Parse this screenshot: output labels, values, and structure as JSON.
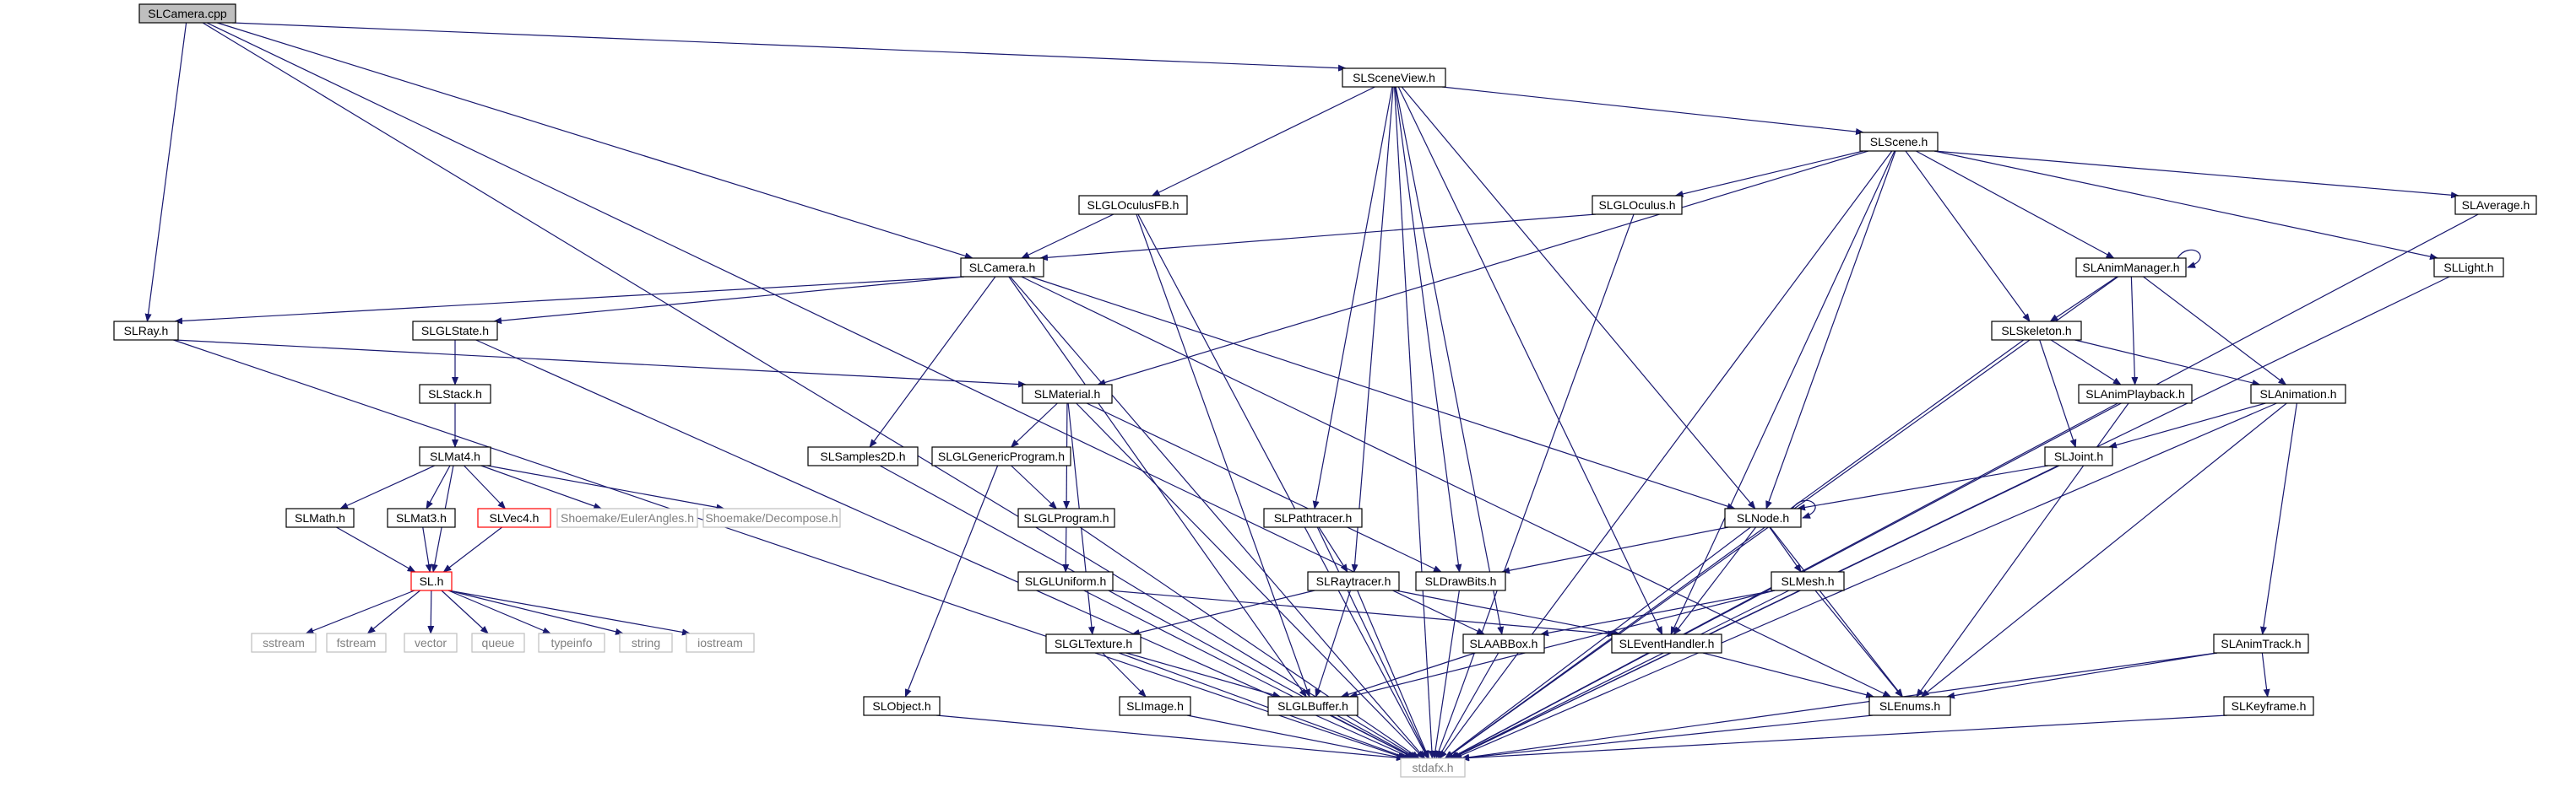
{
  "graph": {
    "nodes": [
      {
        "id": "n_camera_cpp",
        "label": "SLCamera.cpp",
        "style": "root"
      },
      {
        "id": "n_sceneview",
        "label": "SLSceneView.h",
        "style": "normal"
      },
      {
        "id": "n_scene",
        "label": "SLScene.h",
        "style": "normal"
      },
      {
        "id": "n_gloculusfb",
        "label": "SLGLOculusFB.h",
        "style": "normal"
      },
      {
        "id": "n_gloculus",
        "label": "SLGLOculus.h",
        "style": "normal"
      },
      {
        "id": "n_average",
        "label": "SLAverage.h",
        "style": "normal"
      },
      {
        "id": "n_camera_h",
        "label": "SLCamera.h",
        "style": "normal"
      },
      {
        "id": "n_animmanager",
        "label": "SLAnimManager.h",
        "style": "normal"
      },
      {
        "id": "n_light",
        "label": "SLLight.h",
        "style": "normal"
      },
      {
        "id": "n_ray",
        "label": "SLRay.h",
        "style": "normal"
      },
      {
        "id": "n_glstate",
        "label": "SLGLState.h",
        "style": "normal"
      },
      {
        "id": "n_skeleton",
        "label": "SLSkeleton.h",
        "style": "normal"
      },
      {
        "id": "n_stack",
        "label": "SLStack.h",
        "style": "normal"
      },
      {
        "id": "n_material",
        "label": "SLMaterial.h",
        "style": "normal"
      },
      {
        "id": "n_animplayback",
        "label": "SLAnimPlayback.h",
        "style": "normal"
      },
      {
        "id": "n_animation",
        "label": "SLAnimation.h",
        "style": "normal"
      },
      {
        "id": "n_mat4",
        "label": "SLMat4.h",
        "style": "normal"
      },
      {
        "id": "n_samples2d",
        "label": "SLSamples2D.h",
        "style": "normal"
      },
      {
        "id": "n_glgenericprogram",
        "label": "SLGLGenericProgram.h",
        "style": "normal"
      },
      {
        "id": "n_joint",
        "label": "SLJoint.h",
        "style": "normal"
      },
      {
        "id": "n_math",
        "label": "SLMath.h",
        "style": "normal"
      },
      {
        "id": "n_mat3",
        "label": "SLMat3.h",
        "style": "normal"
      },
      {
        "id": "n_vec4",
        "label": "SLVec4.h",
        "style": "red"
      },
      {
        "id": "n_eulerangles",
        "label": "Shoemake/EulerAngles.h",
        "style": "grey"
      },
      {
        "id": "n_decompose",
        "label": "Shoemake/Decompose.h",
        "style": "grey"
      },
      {
        "id": "n_glprogram",
        "label": "SLGLProgram.h",
        "style": "normal"
      },
      {
        "id": "n_pathtracer",
        "label": "SLPathtracer.h",
        "style": "normal"
      },
      {
        "id": "n_node",
        "label": "SLNode.h",
        "style": "normal"
      },
      {
        "id": "n_sl",
        "label": "SL.h",
        "style": "red"
      },
      {
        "id": "n_gluniform",
        "label": "SLGLUniform.h",
        "style": "normal"
      },
      {
        "id": "n_raytracer",
        "label": "SLRaytracer.h",
        "style": "normal"
      },
      {
        "id": "n_drawbits",
        "label": "SLDrawBits.h",
        "style": "normal"
      },
      {
        "id": "n_mesh",
        "label": "SLMesh.h",
        "style": "normal"
      },
      {
        "id": "n_sstream",
        "label": "sstream",
        "style": "grey"
      },
      {
        "id": "n_fstream",
        "label": "fstream",
        "style": "grey"
      },
      {
        "id": "n_vector",
        "label": "vector",
        "style": "grey"
      },
      {
        "id": "n_queue",
        "label": "queue",
        "style": "grey"
      },
      {
        "id": "n_typeinfo",
        "label": "typeinfo",
        "style": "grey"
      },
      {
        "id": "n_string",
        "label": "string",
        "style": "grey"
      },
      {
        "id": "n_iostream",
        "label": "iostream",
        "style": "grey"
      },
      {
        "id": "n_gltexture",
        "label": "SLGLTexture.h",
        "style": "normal"
      },
      {
        "id": "n_aabbox",
        "label": "SLAABBox.h",
        "style": "normal"
      },
      {
        "id": "n_eventhandler",
        "label": "SLEventHandler.h",
        "style": "normal"
      },
      {
        "id": "n_animtrack",
        "label": "SLAnimTrack.h",
        "style": "normal"
      },
      {
        "id": "n_object",
        "label": "SLObject.h",
        "style": "normal"
      },
      {
        "id": "n_image",
        "label": "SLImage.h",
        "style": "normal"
      },
      {
        "id": "n_glbuffer",
        "label": "SLGLBuffer.h",
        "style": "normal"
      },
      {
        "id": "n_enums",
        "label": "SLEnums.h",
        "style": "normal"
      },
      {
        "id": "n_keyframe",
        "label": "SLKeyframe.h",
        "style": "normal"
      },
      {
        "id": "n_stdafx",
        "label": "stdafx.h",
        "style": "grey"
      }
    ],
    "edges": [
      [
        "n_camera_cpp",
        "n_sceneview"
      ],
      [
        "n_camera_cpp",
        "n_camera_h"
      ],
      [
        "n_camera_cpp",
        "n_ray"
      ],
      [
        "n_camera_cpp",
        "n_aabbox"
      ],
      [
        "n_camera_cpp",
        "n_stdafx"
      ],
      [
        "n_sceneview",
        "n_scene"
      ],
      [
        "n_sceneview",
        "n_gloculusfb"
      ],
      [
        "n_sceneview",
        "n_node"
      ],
      [
        "n_sceneview",
        "n_pathtracer"
      ],
      [
        "n_sceneview",
        "n_raytracer"
      ],
      [
        "n_sceneview",
        "n_drawbits"
      ],
      [
        "n_sceneview",
        "n_aabbox"
      ],
      [
        "n_sceneview",
        "n_eventhandler"
      ],
      [
        "n_sceneview",
        "n_stdafx"
      ],
      [
        "n_scene",
        "n_gloculus"
      ],
      [
        "n_scene",
        "n_average"
      ],
      [
        "n_scene",
        "n_light"
      ],
      [
        "n_scene",
        "n_animmanager"
      ],
      [
        "n_scene",
        "n_skeleton"
      ],
      [
        "n_scene",
        "n_material"
      ],
      [
        "n_scene",
        "n_node"
      ],
      [
        "n_scene",
        "n_eventhandler"
      ],
      [
        "n_scene",
        "n_stdafx"
      ],
      [
        "n_gloculusfb",
        "n_camera_h"
      ],
      [
        "n_gloculusfb",
        "n_glbuffer"
      ],
      [
        "n_gloculusfb",
        "n_stdafx"
      ],
      [
        "n_gloculus",
        "n_camera_h"
      ],
      [
        "n_gloculus",
        "n_stdafx"
      ],
      [
        "n_average",
        "n_stdafx"
      ],
      [
        "n_light",
        "n_stdafx"
      ],
      [
        "n_camera_h",
        "n_ray"
      ],
      [
        "n_camera_h",
        "n_glstate"
      ],
      [
        "n_camera_h",
        "n_samples2d"
      ],
      [
        "n_camera_h",
        "n_node"
      ],
      [
        "n_camera_h",
        "n_glbuffer"
      ],
      [
        "n_camera_h",
        "n_enums"
      ],
      [
        "n_camera_h",
        "n_stdafx"
      ],
      [
        "n_animmanager",
        "n_animmanager"
      ],
      [
        "n_animmanager",
        "n_skeleton"
      ],
      [
        "n_animmanager",
        "n_animplayback"
      ],
      [
        "n_animmanager",
        "n_animation"
      ],
      [
        "n_animmanager",
        "n_stdafx"
      ],
      [
        "n_ray",
        "n_material"
      ],
      [
        "n_ray",
        "n_stdafx"
      ],
      [
        "n_glstate",
        "n_stack"
      ],
      [
        "n_glstate",
        "n_stdafx"
      ],
      [
        "n_stack",
        "n_mat4"
      ],
      [
        "n_skeleton",
        "n_joint"
      ],
      [
        "n_skeleton",
        "n_animplayback"
      ],
      [
        "n_skeleton",
        "n_animation"
      ],
      [
        "n_skeleton",
        "n_stdafx"
      ],
      [
        "n_material",
        "n_glgenericprogram"
      ],
      [
        "n_material",
        "n_glprogram"
      ],
      [
        "n_material",
        "n_gltexture"
      ],
      [
        "n_material",
        "n_drawbits"
      ],
      [
        "n_material",
        "n_stdafx"
      ],
      [
        "n_animplayback",
        "n_enums"
      ],
      [
        "n_animplayback",
        "n_stdafx"
      ],
      [
        "n_animation",
        "n_joint"
      ],
      [
        "n_animation",
        "n_animtrack"
      ],
      [
        "n_animation",
        "n_enums"
      ],
      [
        "n_animation",
        "n_stdafx"
      ],
      [
        "n_mat4",
        "n_math"
      ],
      [
        "n_mat4",
        "n_mat3"
      ],
      [
        "n_mat4",
        "n_vec4"
      ],
      [
        "n_mat4",
        "n_eulerangles"
      ],
      [
        "n_mat4",
        "n_decompose"
      ],
      [
        "n_mat4",
        "n_sl"
      ],
      [
        "n_samples2d",
        "n_stdafx"
      ],
      [
        "n_glgenericprogram",
        "n_glprogram"
      ],
      [
        "n_glgenericprogram",
        "n_object"
      ],
      [
        "n_joint",
        "n_node"
      ],
      [
        "n_joint",
        "n_stdafx"
      ],
      [
        "n_math",
        "n_sl"
      ],
      [
        "n_mat3",
        "n_sl"
      ],
      [
        "n_vec4",
        "n_sl"
      ],
      [
        "n_glprogram",
        "n_gluniform"
      ],
      [
        "n_glprogram",
        "n_stdafx"
      ],
      [
        "n_pathtracer",
        "n_raytracer"
      ],
      [
        "n_pathtracer",
        "n_stdafx"
      ],
      [
        "n_node",
        "n_node"
      ],
      [
        "n_node",
        "n_drawbits"
      ],
      [
        "n_node",
        "n_mesh"
      ],
      [
        "n_node",
        "n_eventhandler"
      ],
      [
        "n_node",
        "n_enums"
      ],
      [
        "n_node",
        "n_stdafx"
      ],
      [
        "n_sl",
        "n_sstream"
      ],
      [
        "n_sl",
        "n_fstream"
      ],
      [
        "n_sl",
        "n_vector"
      ],
      [
        "n_sl",
        "n_queue"
      ],
      [
        "n_sl",
        "n_typeinfo"
      ],
      [
        "n_sl",
        "n_string"
      ],
      [
        "n_sl",
        "n_iostream"
      ],
      [
        "n_gluniform",
        "n_eventhandler"
      ],
      [
        "n_gluniform",
        "n_stdafx"
      ],
      [
        "n_raytracer",
        "n_gltexture"
      ],
      [
        "n_raytracer",
        "n_glbuffer"
      ],
      [
        "n_raytracer",
        "n_eventhandler"
      ],
      [
        "n_raytracer",
        "n_stdafx"
      ],
      [
        "n_drawbits",
        "n_stdafx"
      ],
      [
        "n_mesh",
        "n_aabbox"
      ],
      [
        "n_mesh",
        "n_glbuffer"
      ],
      [
        "n_mesh",
        "n_enums"
      ],
      [
        "n_mesh",
        "n_stdafx"
      ],
      [
        "n_gltexture",
        "n_image"
      ],
      [
        "n_gltexture",
        "n_glbuffer"
      ],
      [
        "n_gltexture",
        "n_stdafx"
      ],
      [
        "n_aabbox",
        "n_glbuffer"
      ],
      [
        "n_aabbox",
        "n_stdafx"
      ],
      [
        "n_eventhandler",
        "n_enums"
      ],
      [
        "n_eventhandler",
        "n_stdafx"
      ],
      [
        "n_animtrack",
        "n_keyframe"
      ],
      [
        "n_animtrack",
        "n_enums"
      ],
      [
        "n_animtrack",
        "n_stdafx"
      ],
      [
        "n_object",
        "n_stdafx"
      ],
      [
        "n_image",
        "n_stdafx"
      ],
      [
        "n_glbuffer",
        "n_stdafx"
      ],
      [
        "n_enums",
        "n_stdafx"
      ],
      [
        "n_keyframe",
        "n_stdafx"
      ]
    ]
  },
  "colors": {
    "edge": "#191970",
    "root_fill": "#bfbfbf",
    "normal_border": "#000000",
    "grey_border": "#bfbfbf",
    "red_border": "#ff0000"
  }
}
